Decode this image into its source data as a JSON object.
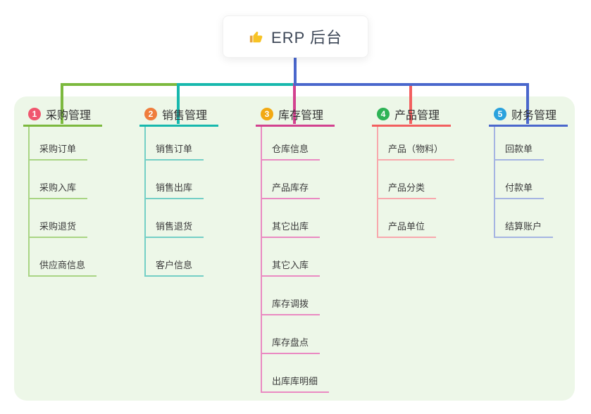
{
  "root": {
    "icon": "thumbs-up-icon",
    "label": "ERP 后台"
  },
  "canvas": {
    "background": "#edf7e8"
  },
  "connector_root_color": "#4a67cc",
  "branches": [
    {
      "number": "1",
      "label": "采购管理",
      "badge_color": "#f0566e",
      "line_color": "#7cb93e",
      "child_line_color": "#a9d584",
      "children": [
        "采购订单",
        "采购入库",
        "采购退货",
        "供应商信息"
      ]
    },
    {
      "number": "2",
      "label": "销售管理",
      "badge_color": "#ef7d3d",
      "line_color": "#17b8ad",
      "child_line_color": "#74cfc6",
      "children": [
        "销售订单",
        "销售出库",
        "销售退货",
        "客户信息"
      ]
    },
    {
      "number": "3",
      "label": "库存管理",
      "badge_color": "#f2a913",
      "line_color": "#d2418f",
      "child_line_color": "#ea8ac2",
      "children": [
        "仓库信息",
        "产品库存",
        "其它出库",
        "其它入库",
        "库存调拨",
        "库存盘点",
        "出库库明细"
      ]
    },
    {
      "number": "4",
      "label": "产品管理",
      "badge_color": "#2eb356",
      "line_color": "#f25f5f",
      "child_line_color": "#f8a8ad",
      "children": [
        "产品（物料）",
        "产品分类",
        "产品单位"
      ]
    },
    {
      "number": "5",
      "label": "财务管理",
      "badge_color": "#2aa2dd",
      "line_color": "#4a67cc",
      "child_line_color": "#a5b4e2",
      "children": [
        "回款单",
        "付款单",
        "结算账户"
      ]
    }
  ]
}
